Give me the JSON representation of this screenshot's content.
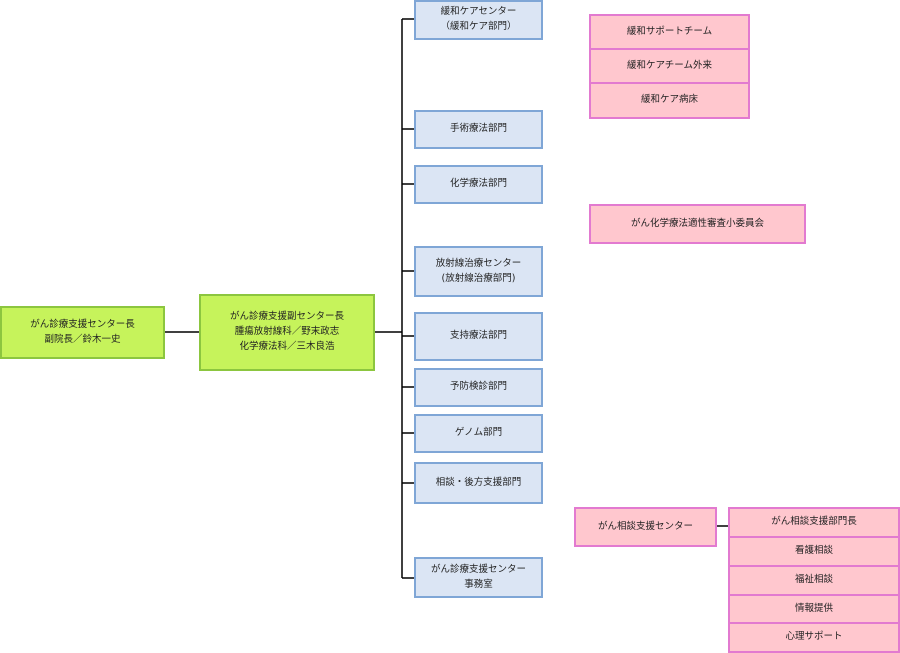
{
  "director": {
    "line1": "がん診療支援センター長",
    "line2": "副院長／鈴木一史"
  },
  "vice_director": {
    "line1": "がん診療支援副センター長",
    "line2": "腫瘍放射線科／野末政志",
    "line3": "化学療法科／三木良浩"
  },
  "departments": [
    {
      "line1": "緩和ケアセンター",
      "line2": "（緩和ケア部門）"
    },
    {
      "line1": "手術療法部門"
    },
    {
      "line1": "化学療法部門"
    },
    {
      "line1": "放射線治療センター",
      "line2": "(放射線治療部門)"
    },
    {
      "line1": "支持療法部門"
    },
    {
      "line1": "予防検診部門"
    },
    {
      "line1": "ゲノム部門"
    },
    {
      "line1": "相談・後方支援部門"
    },
    {
      "line1": "がん診療支援センター",
      "line2": "事務室"
    }
  ],
  "palliative_units": [
    "緩和サポートチーム",
    "緩和ケアチーム外来",
    "緩和ケア病床"
  ],
  "chemo_committee": "がん化学療法適性審査小委員会",
  "consultation_center": "がん相談支援センター",
  "consultation_units": [
    "がん相談支援部門長",
    "看護相談",
    "福祉相談",
    "情報提供",
    "心理サポート"
  ]
}
